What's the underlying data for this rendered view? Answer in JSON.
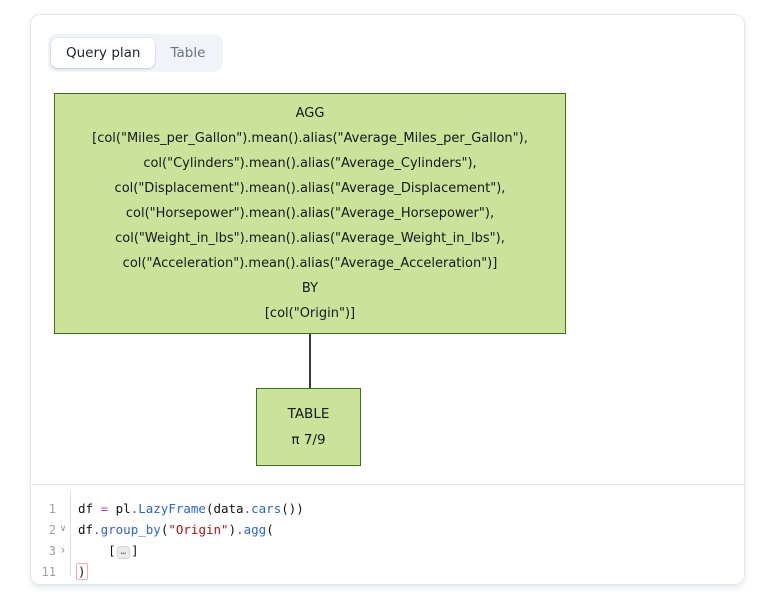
{
  "tabs": [
    {
      "label": "Query plan",
      "active": true
    },
    {
      "label": "Table",
      "active": false
    }
  ],
  "diagram": {
    "agg_node": {
      "lines": [
        "AGG",
        "[col(\"Miles_per_Gallon\").mean().alias(\"Average_Miles_per_Gallon\"),",
        "col(\"Cylinders\").mean().alias(\"Average_Cylinders\"),",
        "col(\"Displacement\").mean().alias(\"Average_Displacement\"),",
        "col(\"Horsepower\").mean().alias(\"Average_Horsepower\"),",
        "col(\"Weight_in_lbs\").mean().alias(\"Average_Weight_in_lbs\"),",
        "col(\"Acceleration\").mean().alias(\"Average_Acceleration\")]",
        "BY",
        "[col(\"Origin\")]"
      ]
    },
    "table_node": {
      "lines": [
        "TABLE",
        "π 7/9"
      ]
    }
  },
  "editor": {
    "lines": [
      {
        "number": "1",
        "fold": null,
        "tokens": [
          {
            "t": "plain",
            "v": "df "
          },
          {
            "t": "op",
            "v": "="
          },
          {
            "t": "plain",
            "v": " pl"
          },
          {
            "t": "dot",
            "v": "."
          },
          {
            "t": "func",
            "v": "LazyFrame"
          },
          {
            "t": "plain",
            "v": "(data"
          },
          {
            "t": "dot",
            "v": "."
          },
          {
            "t": "func",
            "v": "cars"
          },
          {
            "t": "plain",
            "v": "())"
          }
        ]
      },
      {
        "number": "2",
        "fold": "open",
        "tokens": [
          {
            "t": "plain",
            "v": "df"
          },
          {
            "t": "dot",
            "v": "."
          },
          {
            "t": "func",
            "v": "group_by"
          },
          {
            "t": "plain",
            "v": "("
          },
          {
            "t": "str",
            "v": "\"Origin\""
          },
          {
            "t": "plain",
            "v": ")"
          },
          {
            "t": "dot",
            "v": "."
          },
          {
            "t": "func",
            "v": "agg"
          },
          {
            "t": "plain",
            "v": "("
          }
        ]
      },
      {
        "number": "3",
        "fold": "closed",
        "tokens": [
          {
            "t": "plain",
            "v": "    ["
          },
          {
            "t": "fold",
            "v": "…"
          },
          {
            "t": "plain",
            "v": "]"
          }
        ]
      },
      {
        "number": "11",
        "fold": null,
        "tokens": [
          {
            "t": "match",
            "v": ")"
          }
        ]
      }
    ]
  },
  "icons": {
    "fold_open": "∨",
    "fold_closed": "›"
  },
  "colors": {
    "node_fill": "#cbe29b",
    "node_border": "#3a7412",
    "edge": "#3a3a3a",
    "func": "#2a66c8",
    "string": "#a31515",
    "operator": "#c23bc2",
    "dot": "#7a3e99"
  }
}
